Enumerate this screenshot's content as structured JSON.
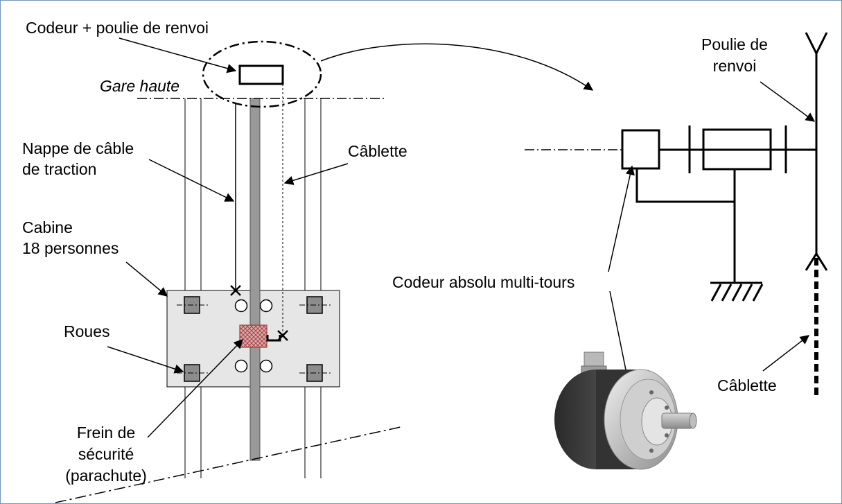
{
  "labels": {
    "codeur_poulie": "Codeur + poulie de renvoi",
    "gare_haute": "Gare haute",
    "nappe_line1": "Nappe de câble",
    "nappe_line2": "de traction",
    "cablette_left": "Câblette",
    "cabine_line1": "Cabine",
    "cabine_line2": "18 personnes",
    "roues": "Roues",
    "frein_line1": "Frein de",
    "frein_line2": "sécurité",
    "frein_line3": "(parachute)",
    "poulie_line1": "Poulie de",
    "poulie_line2": "renvoi",
    "codeur_absolu": "Codeur absolu multi-tours",
    "cablette_right": "Câblette"
  },
  "colors": {
    "frame_border": "#6f95bd",
    "rail": "#999999",
    "cabin_fill": "#e6e6e6",
    "wheel_fill": "#8c8c8c",
    "brake_fill": "#d7a6a6",
    "brake_hatch": "#a33c3c"
  }
}
